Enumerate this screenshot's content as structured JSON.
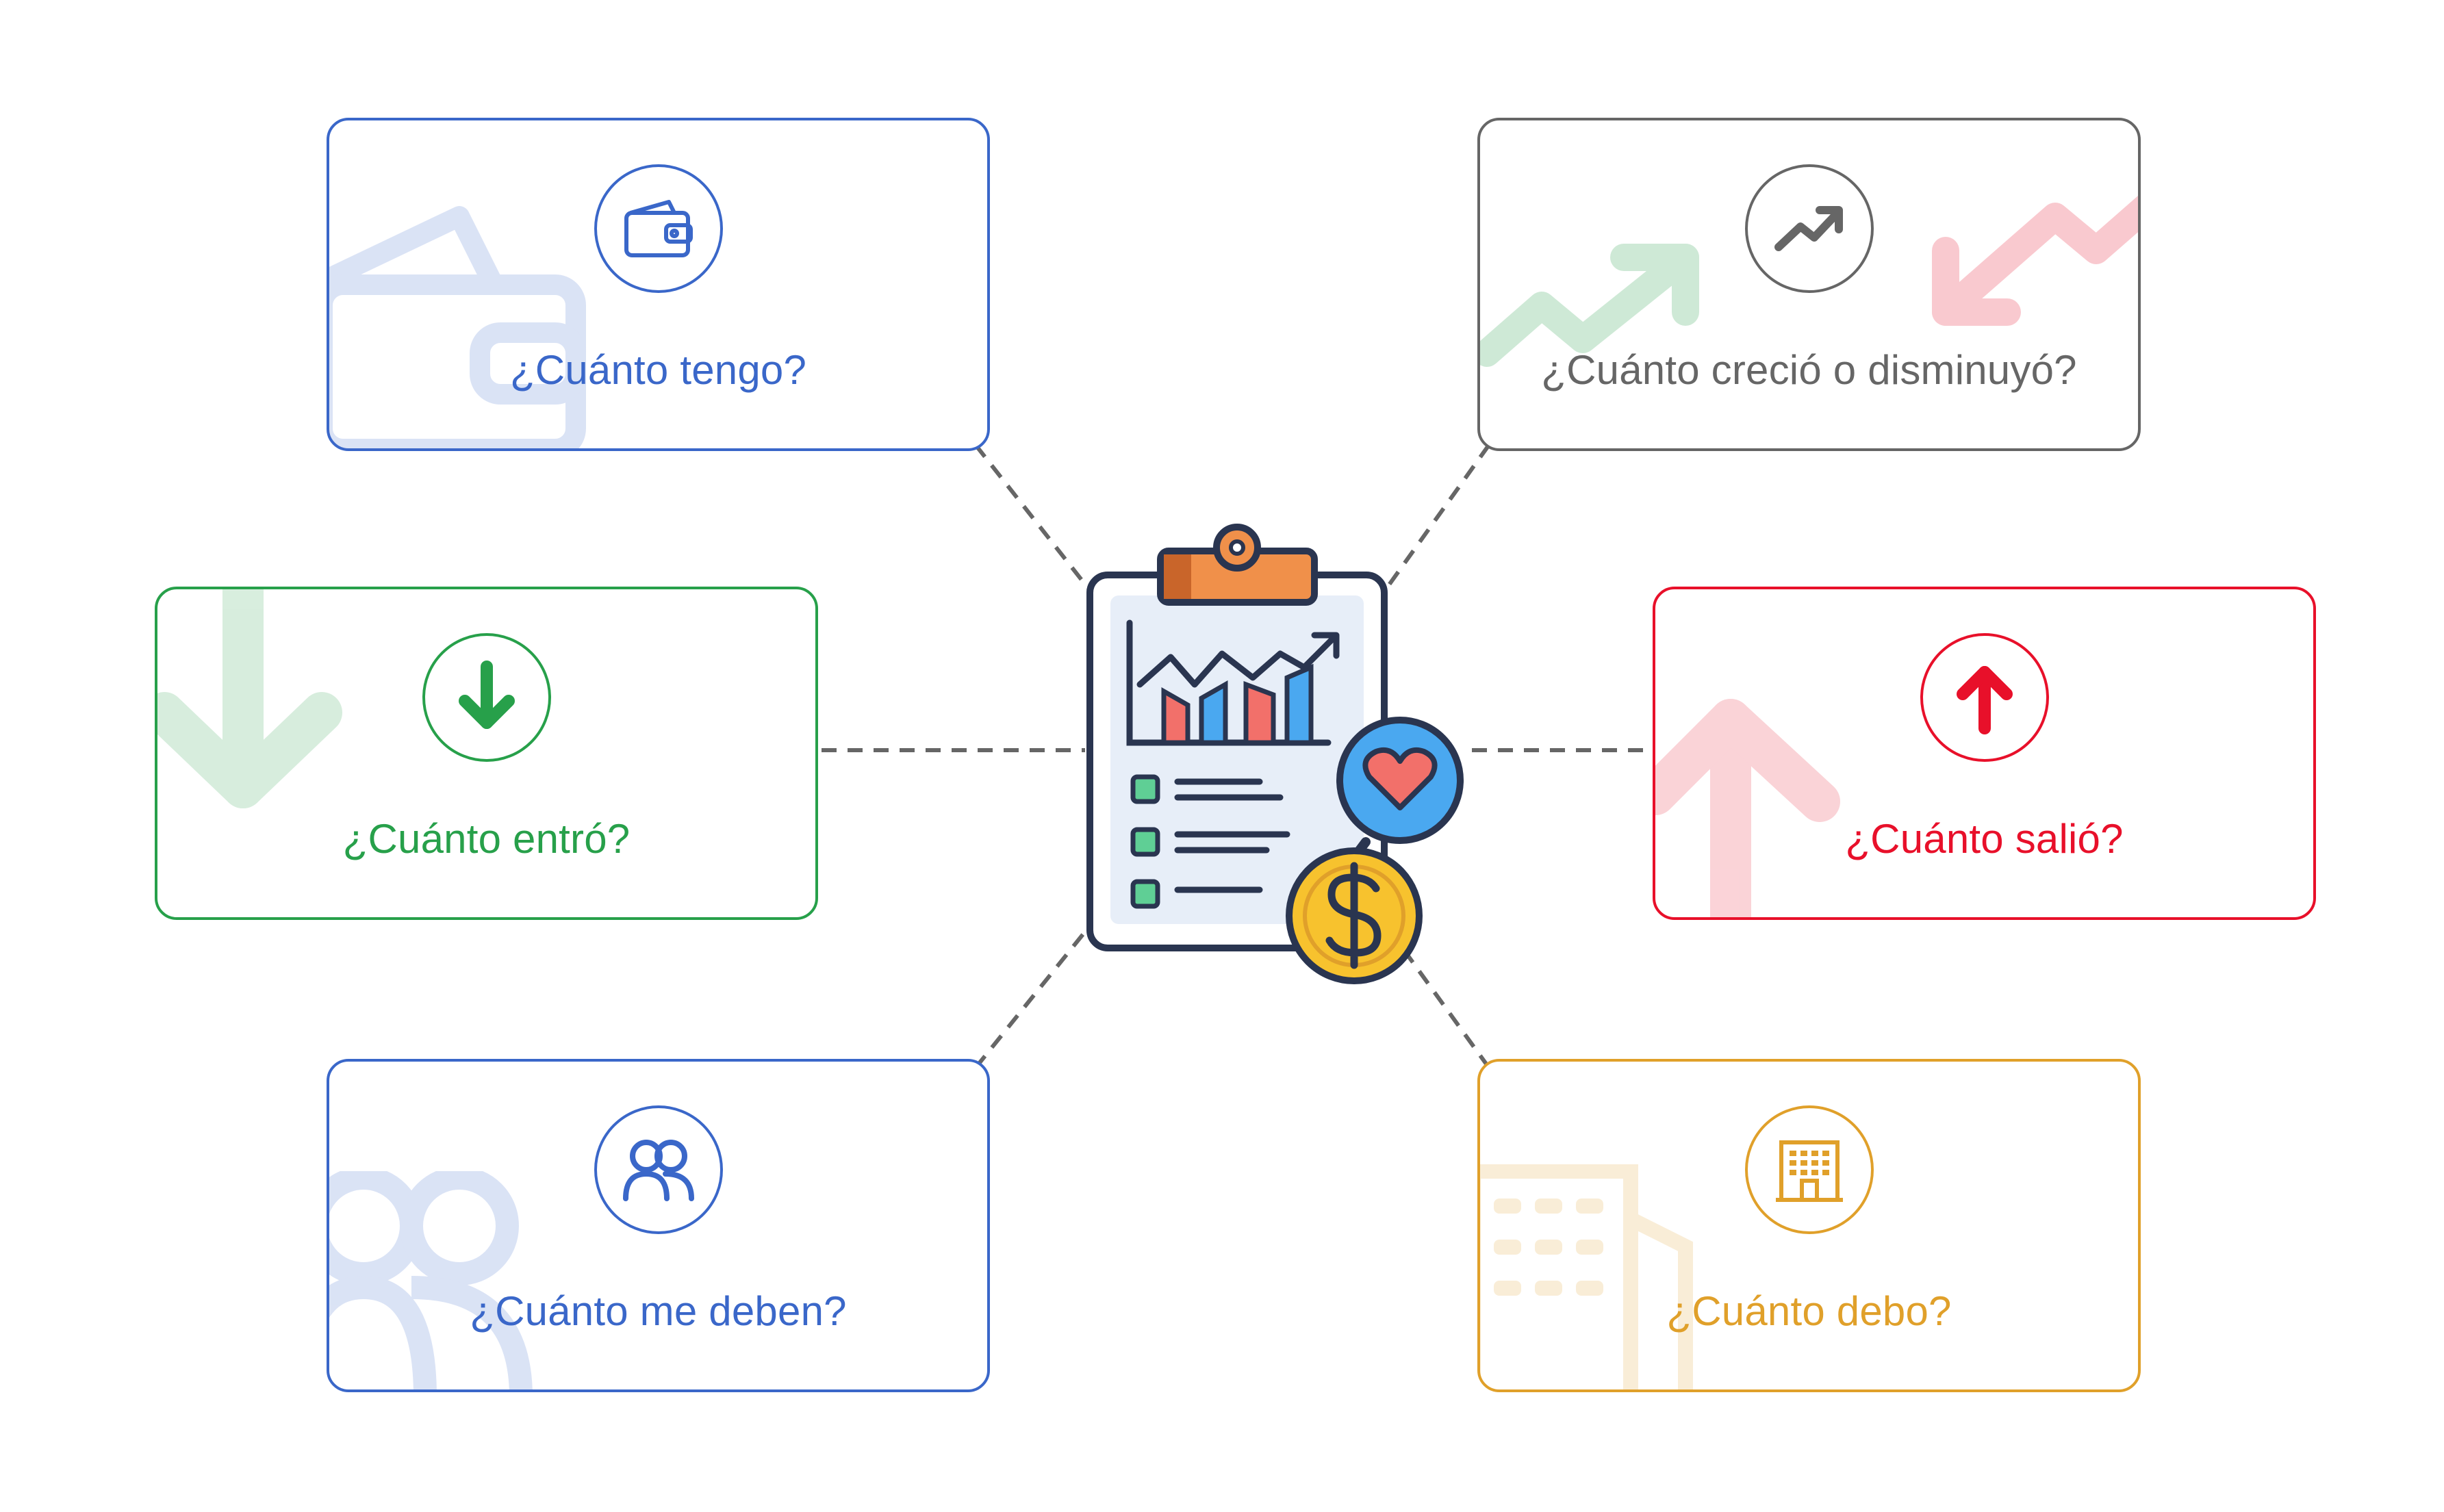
{
  "cards": [
    {
      "id": "tengo",
      "label": "¿Cuánto tengo?",
      "icon": "wallet-icon",
      "color": "#3a67c9"
    },
    {
      "id": "crecio",
      "label": "¿Cuánto creció o disminuyó?",
      "icon": "trend-up-icon",
      "color": "#666666"
    },
    {
      "id": "entro",
      "label": "¿Cuánto entró?",
      "icon": "arrow-down-icon",
      "color": "#27a04a"
    },
    {
      "id": "salio",
      "label": "¿Cuánto salió?",
      "icon": "arrow-up-icon",
      "color": "#e8102a"
    },
    {
      "id": "deben",
      "label": "¿Cuánto me deben?",
      "icon": "people-icon",
      "color": "#3a67c9"
    },
    {
      "id": "debo",
      "label": "¿Cuánto debo?",
      "icon": "building-icon",
      "color": "#e0a02a"
    }
  ],
  "center": {
    "icon": "financial-report-clipboard-icon"
  }
}
